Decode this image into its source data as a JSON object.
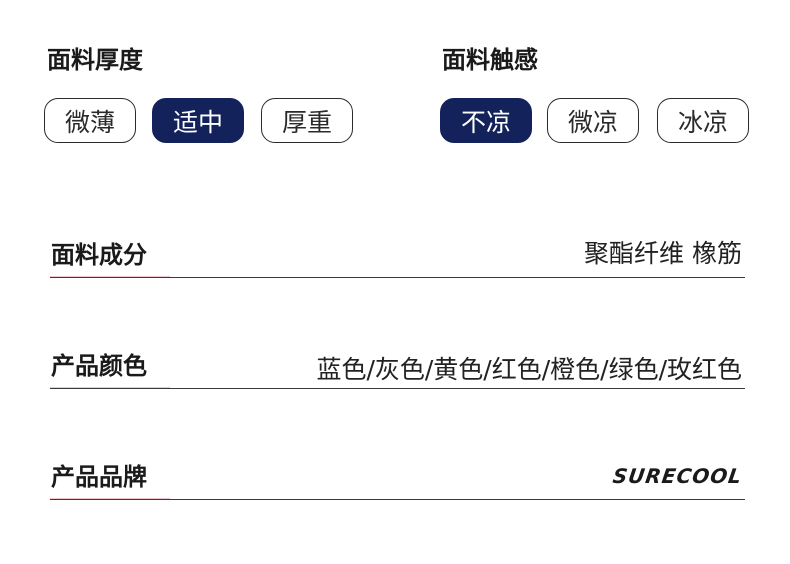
{
  "thickness": {
    "title": "面料厚度",
    "options": [
      {
        "label": "微薄",
        "selected": false
      },
      {
        "label": "适中",
        "selected": true
      },
      {
        "label": "厚重",
        "selected": false
      }
    ]
  },
  "feel": {
    "title": "面料触感",
    "options": [
      {
        "label": "不凉",
        "selected": true
      },
      {
        "label": "微凉",
        "selected": false
      },
      {
        "label": "冰凉",
        "selected": false
      }
    ]
  },
  "specs": [
    {
      "label": "面料成分",
      "value": "聚酯纤维 橡筋"
    },
    {
      "label": "产品颜色",
      "value": "蓝色/灰色/黄色/红色/橙色/绿色/玫红色"
    },
    {
      "label": "产品品牌",
      "value": "SURECOOL"
    }
  ],
  "colors": {
    "selected_bg": "#13225a",
    "border": "#2a2a2a",
    "accent_line": "#f3c8cc"
  }
}
